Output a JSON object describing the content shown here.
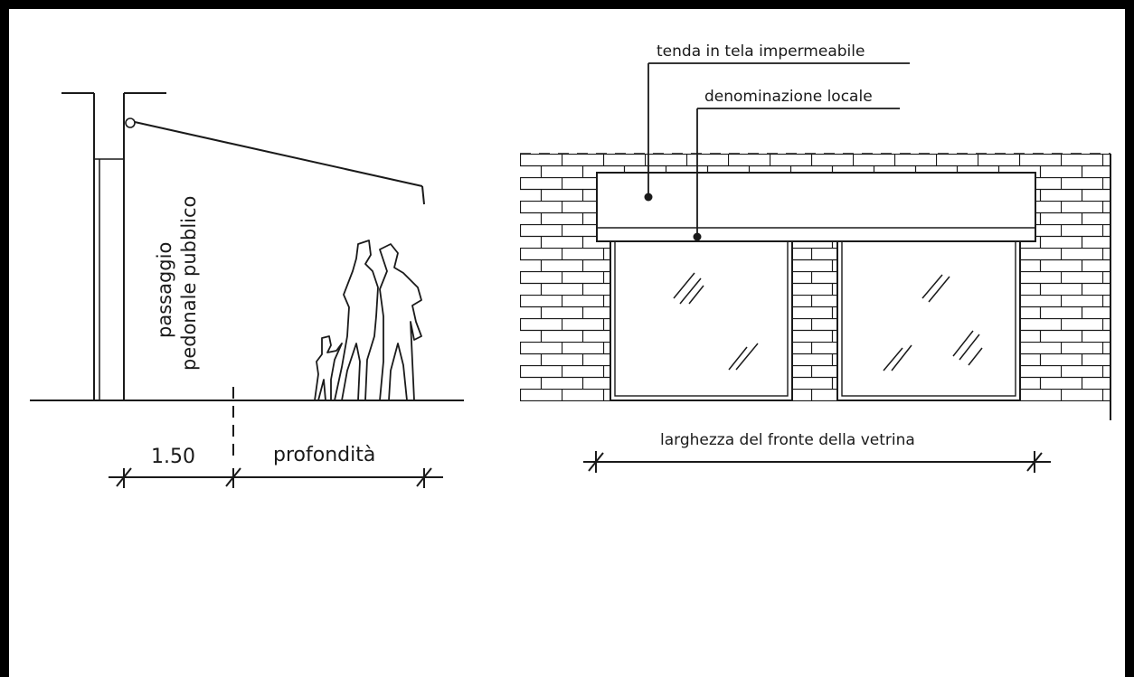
{
  "section": {
    "vertical_label_line1": "passaggio",
    "vertical_label_line2": "pedonale pubblico",
    "dim_left": "1.50",
    "dim_right": "profondità"
  },
  "elevation": {
    "awning_label": "tenda in tela impermeabile",
    "sign_label": "denominazione locale",
    "width_label": "larghezza del fronte della vetrina"
  }
}
